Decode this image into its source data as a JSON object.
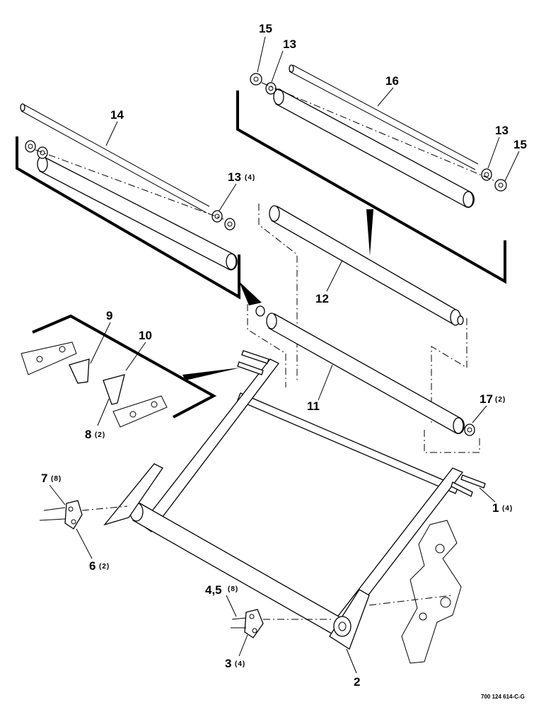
{
  "drawing_number": "700 124 614-C-G",
  "callouts": [
    {
      "id": "c15a",
      "num": "15",
      "qty": ""
    },
    {
      "id": "c13a",
      "num": "13",
      "qty": ""
    },
    {
      "id": "c16",
      "num": "16",
      "qty": ""
    },
    {
      "id": "c13b",
      "num": "13",
      "qty": ""
    },
    {
      "id": "c15b",
      "num": "15",
      "qty": ""
    },
    {
      "id": "c14",
      "num": "14",
      "qty": ""
    },
    {
      "id": "c13c",
      "num": "13",
      "qty": "(4)"
    },
    {
      "id": "c12",
      "num": "12",
      "qty": ""
    },
    {
      "id": "c9",
      "num": "9",
      "qty": ""
    },
    {
      "id": "c10",
      "num": "10",
      "qty": ""
    },
    {
      "id": "c11",
      "num": "11",
      "qty": ""
    },
    {
      "id": "c17",
      "num": "17",
      "qty": "(2)"
    },
    {
      "id": "c8",
      "num": "8",
      "qty": "(2)"
    },
    {
      "id": "c7",
      "num": "7",
      "qty": "(8)"
    },
    {
      "id": "c1",
      "num": "1",
      "qty": "(4)"
    },
    {
      "id": "c6",
      "num": "6",
      "qty": "(2)"
    },
    {
      "id": "c45",
      "num": "4,5",
      "qty": "(8)"
    },
    {
      "id": "c3",
      "num": "3",
      "qty": "(4)"
    },
    {
      "id": "c2",
      "num": "2",
      "qty": ""
    }
  ]
}
